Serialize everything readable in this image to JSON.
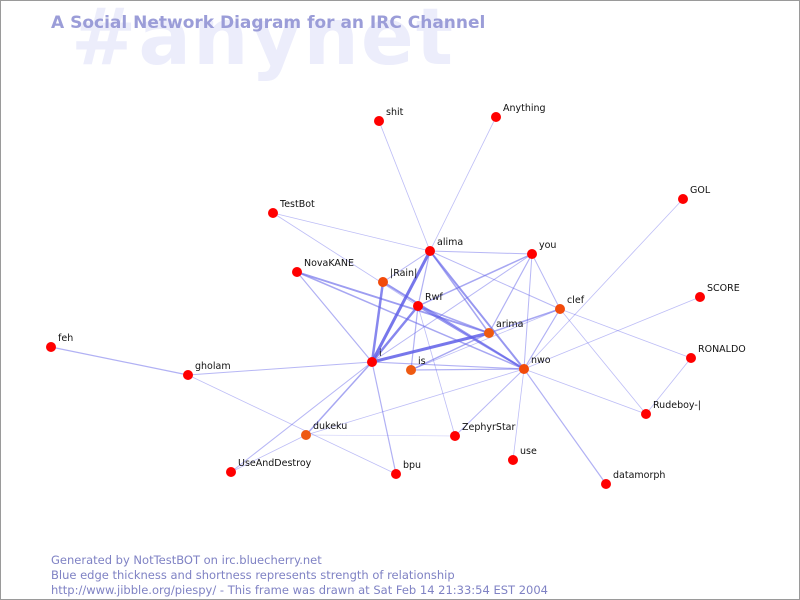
{
  "header": {
    "watermark": "#anynet",
    "title": "A Social Network Diagram for an IRC Channel"
  },
  "colors": {
    "edge": "#5f5fe8",
    "node_bright": "#ff0000",
    "node_warm": "#f24a0a",
    "node_orange": "#ee5a12",
    "title": "#9b9dd8",
    "watermark": "#ecedfb",
    "footer": "#7f82c4"
  },
  "graph": {
    "nodes": [
      {
        "id": "shit",
        "label": "shit",
        "tone": "bright"
      },
      {
        "id": "Anything",
        "label": "Anything",
        "tone": "bright"
      },
      {
        "id": "GOL",
        "label": "GOL",
        "tone": "bright"
      },
      {
        "id": "TestBot",
        "label": "TestBot",
        "tone": "bright"
      },
      {
        "id": "alima",
        "label": "alima",
        "tone": "bright"
      },
      {
        "id": "you",
        "label": "you",
        "tone": "bright"
      },
      {
        "id": "NovaKANE",
        "label": "NovaKANE",
        "tone": "bright"
      },
      {
        "id": "Rain",
        "label": "|Rain|",
        "tone": "warm"
      },
      {
        "id": "Rwf",
        "label": "Rwf",
        "tone": "bright"
      },
      {
        "id": "clef",
        "label": "clef",
        "tone": "warm"
      },
      {
        "id": "SCORE",
        "label": "SCORE",
        "tone": "bright"
      },
      {
        "id": "arima",
        "label": "arima",
        "tone": "orange"
      },
      {
        "id": "feh",
        "label": "feh",
        "tone": "bright"
      },
      {
        "id": "RONALDO",
        "label": "RONALDO",
        "tone": "bright"
      },
      {
        "id": "i",
        "label": "i",
        "tone": "bright"
      },
      {
        "id": "is",
        "label": "is",
        "tone": "orange"
      },
      {
        "id": "nwo",
        "label": "nwo",
        "tone": "warm"
      },
      {
        "id": "gholam",
        "label": "gholam",
        "tone": "bright"
      },
      {
        "id": "Rudeboy",
        "label": "Rudeboy-|",
        "tone": "bright"
      },
      {
        "id": "ZephyrStar",
        "label": "ZephyrStar",
        "tone": "bright"
      },
      {
        "id": "dukeku",
        "label": "dukeku",
        "tone": "orange"
      },
      {
        "id": "use",
        "label": "use",
        "tone": "bright"
      },
      {
        "id": "UseAndDestroy",
        "label": "UseAndDestroy",
        "tone": "bright"
      },
      {
        "id": "bpu",
        "label": "bpu",
        "tone": "bright"
      },
      {
        "id": "datamorph",
        "label": "datamorph",
        "tone": "bright"
      }
    ],
    "edges": [
      {
        "from": "i",
        "to": "alima",
        "weight": 3.0
      },
      {
        "from": "i",
        "to": "Rwf",
        "weight": 2.5
      },
      {
        "from": "i",
        "to": "Rain",
        "weight": 2.5
      },
      {
        "from": "i",
        "to": "arima",
        "weight": 3.0
      },
      {
        "from": "Rain",
        "to": "nwo",
        "weight": 2.0
      },
      {
        "from": "Rwf",
        "to": "nwo",
        "weight": 2.0
      },
      {
        "from": "alima",
        "to": "nwo",
        "weight": 2.0
      },
      {
        "from": "alima",
        "to": "arima",
        "weight": 1.5
      },
      {
        "from": "NovaKANE",
        "to": "arima",
        "weight": 1.8
      },
      {
        "from": "NovaKANE",
        "to": "nwo",
        "weight": 1.5
      },
      {
        "from": "NovaKANE",
        "to": "i",
        "weight": 1.2
      },
      {
        "from": "Rwf",
        "to": "you",
        "weight": 1.5
      },
      {
        "from": "Rwf",
        "to": "arima",
        "weight": 1.5
      },
      {
        "from": "Rwf",
        "to": "is",
        "weight": 1.2
      },
      {
        "from": "arima",
        "to": "is",
        "weight": 1.5
      },
      {
        "from": "is",
        "to": "nwo",
        "weight": 1.2
      },
      {
        "from": "i",
        "to": "nwo",
        "weight": 1.2
      },
      {
        "from": "you",
        "to": "arima",
        "weight": 1.2
      },
      {
        "from": "you",
        "to": "nwo",
        "weight": 1.0
      },
      {
        "from": "clef",
        "to": "arima",
        "weight": 1.5
      },
      {
        "from": "clef",
        "to": "nwo",
        "weight": 1.2
      },
      {
        "from": "alima",
        "to": "clef",
        "weight": 1.0
      },
      {
        "from": "alima",
        "to": "you",
        "weight": 1.0
      },
      {
        "from": "alima",
        "to": "Rain",
        "weight": 1.0
      },
      {
        "from": "TestBot",
        "to": "alima",
        "weight": 0.8
      },
      {
        "from": "TestBot",
        "to": "Rwf",
        "weight": 0.8
      },
      {
        "from": "shit",
        "to": "alima",
        "weight": 0.8
      },
      {
        "from": "Anything",
        "to": "alima",
        "weight": 0.8
      },
      {
        "from": "GOL",
        "to": "nwo",
        "weight": 0.8
      },
      {
        "from": "SCORE",
        "to": "nwo",
        "weight": 0.8
      },
      {
        "from": "RONALDO",
        "to": "clef",
        "weight": 0.8
      },
      {
        "from": "RONALDO",
        "to": "Rudeboy",
        "weight": 0.8
      },
      {
        "from": "Rudeboy",
        "to": "nwo",
        "weight": 0.8
      },
      {
        "from": "Rudeboy",
        "to": "clef",
        "weight": 0.8
      },
      {
        "from": "nwo",
        "to": "datamorph",
        "weight": 1.2
      },
      {
        "from": "nwo",
        "to": "use",
        "weight": 0.8
      },
      {
        "from": "nwo",
        "to": "ZephyrStar",
        "weight": 1.0
      },
      {
        "from": "nwo",
        "to": "dukeku",
        "weight": 0.8
      },
      {
        "from": "Rwf",
        "to": "ZephyrStar",
        "weight": 0.8
      },
      {
        "from": "feh",
        "to": "gholam",
        "weight": 1.2
      },
      {
        "from": "gholam",
        "to": "i",
        "weight": 1.0
      },
      {
        "from": "gholam",
        "to": "bpu",
        "weight": 0.8
      },
      {
        "from": "i",
        "to": "dukeku",
        "weight": 1.5
      },
      {
        "from": "i",
        "to": "UseAndDestroy",
        "weight": 1.0
      },
      {
        "from": "i",
        "to": "bpu",
        "weight": 1.2
      },
      {
        "from": "dukeku",
        "to": "ZephyrStar",
        "weight": 0.6
      },
      {
        "from": "dukeku",
        "to": "UseAndDestroy",
        "weight": 0.8
      },
      {
        "from": "is",
        "to": "clef",
        "weight": 0.8
      },
      {
        "from": "clef",
        "to": "you",
        "weight": 1.0
      },
      {
        "from": "i",
        "to": "you",
        "weight": 1.0
      },
      {
        "from": "alima",
        "to": "Rwf",
        "weight": 1.2
      }
    ]
  },
  "footer": {
    "line1": "Generated by NotTestBOT on irc.bluecherry.net",
    "line2": "Blue edge thickness and shortness represents strength of relationship",
    "line3": "http://www.jibble.org/piespy/ - This frame was drawn at Sat Feb 14 21:33:54 EST 2004"
  }
}
